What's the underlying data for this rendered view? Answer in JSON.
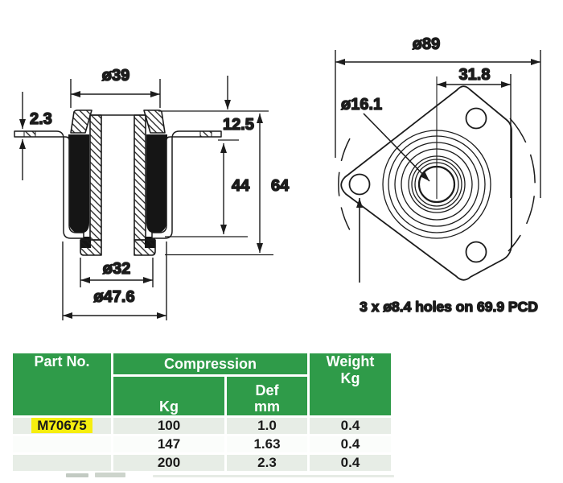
{
  "drawing": {
    "left_view": {
      "dia_top": "ø39",
      "plate_thickness": "2.3",
      "top_height": "12.5",
      "rubber_height": "44",
      "overall_height": "64",
      "dia_bottom_inner": "ø32",
      "dia_bottom_outer": "ø47.6"
    },
    "right_view": {
      "dia_outer": "ø89",
      "edge_offset": "31.8",
      "dia_bore": "ø16.1",
      "holes_note": "3 x ø8.4 holes on 69.9 PCD"
    }
  },
  "table": {
    "headers": {
      "part_no": "Part No.",
      "compression": "Compression",
      "kg": "Kg",
      "def_line1": "Def",
      "def_line2": "mm",
      "weight_line1": "Weight",
      "weight_line2": "Kg"
    },
    "rows": [
      {
        "part_no": "M70675",
        "kg": "100",
        "def_mm": "1.0",
        "weight_kg": "0.4"
      },
      {
        "part_no": "",
        "kg": "147",
        "def_mm": "1.63",
        "weight_kg": "0.4"
      },
      {
        "part_no": "",
        "kg": "200",
        "def_mm": "2.3",
        "weight_kg": "0.4"
      }
    ]
  },
  "colors": {
    "header_green": "#2f9b49",
    "row_alt": "#e7ede6",
    "highlight_yellow": "#f6ee0f",
    "line": "#1c1c1c"
  }
}
